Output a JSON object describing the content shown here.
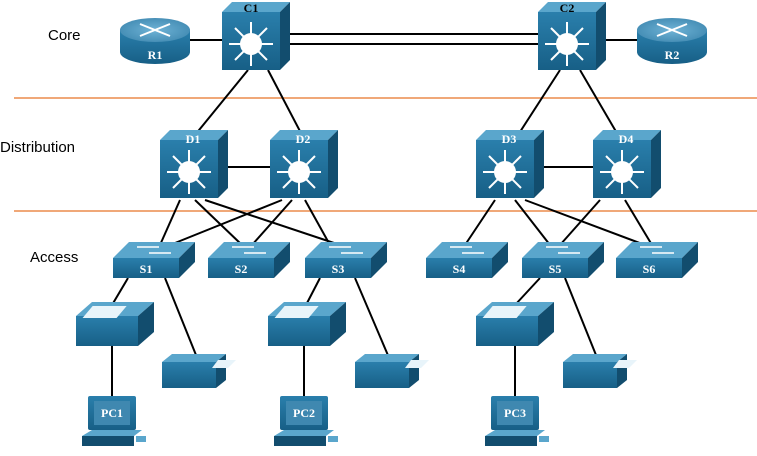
{
  "layers": {
    "core": "Core",
    "distribution": "Distribution",
    "access": "Access"
  },
  "devices": {
    "r1": "R1",
    "r2": "R2",
    "c1": "C1",
    "c2": "C2",
    "d1": "D1",
    "d2": "D2",
    "d3": "D3",
    "d4": "D4",
    "s1": "S1",
    "s2": "S2",
    "s3": "S3",
    "s4": "S4",
    "s5": "S5",
    "s6": "S6",
    "pc1": "PC1",
    "pc2": "PC2",
    "pc3": "PC3"
  },
  "colors": {
    "device_front": "#1f6f99",
    "device_top": "#5aa6cc",
    "device_side": "#124d6e",
    "separator": "#f0a878",
    "link": "#000000"
  }
}
